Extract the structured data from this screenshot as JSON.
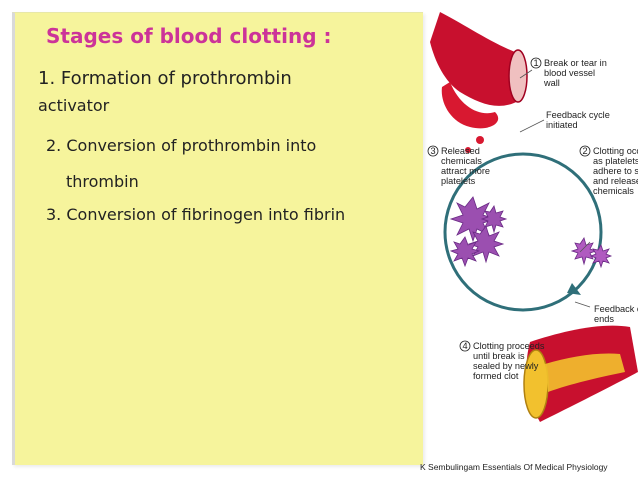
{
  "slide": {
    "title": "Stages of blood clotting :",
    "stages": [
      {
        "line1": "1. Formation of prothrombin",
        "line2": "activator"
      },
      {
        "line1": "2. Conversion of prothrombin into",
        "line2": "thrombin"
      },
      {
        "line1": "3. Conversion of fibrinogen into fibrin"
      }
    ]
  },
  "figure": {
    "labels": {
      "step1_num": "1",
      "step1": [
        "Break or tear in",
        "blood vessel",
        "wall"
      ],
      "feedback_initiated": [
        "Feedback cycle",
        "initiated"
      ],
      "step2_num": "2",
      "step2": [
        "Clotting occu",
        "as platelets",
        "adhere to site",
        "and release",
        "chemicals"
      ],
      "step3_num": "3",
      "step3": [
        "Released",
        "chemicals",
        "attract more",
        "platelets"
      ],
      "feedback_ends": [
        "Feedback cy",
        "ends"
      ],
      "step4_num": "4",
      "step4": [
        "Clotting proceeds",
        "until break is",
        "sealed by newly",
        "formed clot"
      ]
    },
    "caption": "K Sembulingam Essentials Of Medical Physiology"
  },
  "colors": {
    "title": "#cc3399",
    "notepad": "#f6f49c",
    "vessel": "#c8102e",
    "cycle": "#2f6f79",
    "platelet": "#9b4fb0",
    "clot": "#f2c12e"
  }
}
